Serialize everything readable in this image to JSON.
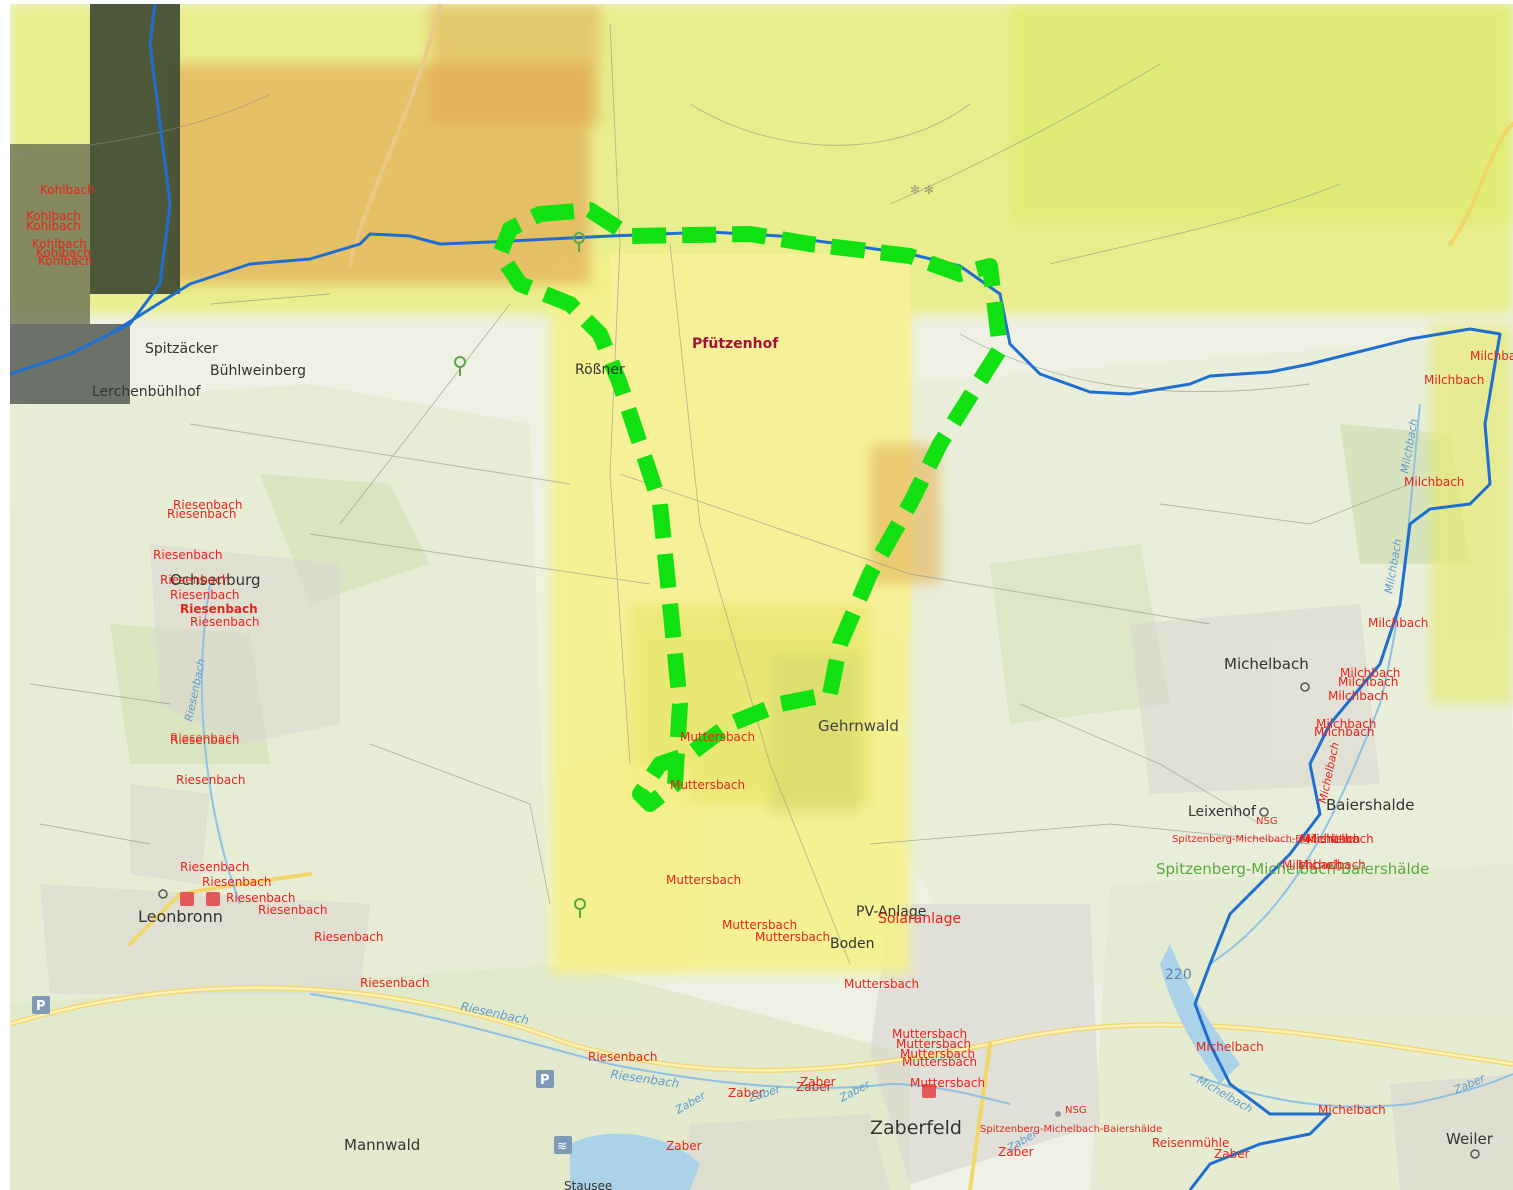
{
  "colors": {
    "stream_label": "#e8231c",
    "place_label": "#333333",
    "nsg_label": "#5aa840",
    "boundary": "#1f6fd1",
    "dashed_route": "#11e011",
    "heat_yellow": "#f3f27a",
    "heat_orange": "#e9b35b",
    "heat_dark": "#3f4a33"
  },
  "icons": [
    "parking-icon",
    "info-icon",
    "dam-icon",
    "pin-icon",
    "monument-icon",
    "radio-tower-icon"
  ],
  "map": {
    "places": [
      {
        "id": "spitzaecker",
        "text": "Spitzäcker"
      },
      {
        "id": "buehlweinberg",
        "text": "Bühlweinberg"
      },
      {
        "id": "lerchenbuehlhof",
        "text": "Lerchenbühlhof"
      },
      {
        "id": "rossner",
        "text": "Rößner"
      },
      {
        "id": "ochsenburg",
        "text": "Ochsenburg"
      },
      {
        "id": "gehrnwald",
        "text": "Gehrnwald"
      },
      {
        "id": "michelbach",
        "text": "Michelbach"
      },
      {
        "id": "leixenhof",
        "text": "Leixenhof"
      },
      {
        "id": "baiershalde",
        "text": "Baiershalde"
      },
      {
        "id": "leonbronn",
        "text": "Leonbronn"
      },
      {
        "id": "pv_anlage",
        "text": "PV-Anlage"
      },
      {
        "id": "boden",
        "text": "Boden"
      },
      {
        "id": "mannwald",
        "text": "Mannwald"
      },
      {
        "id": "zaberfeld",
        "text": "Zaberfeld"
      },
      {
        "id": "weiler",
        "text": "Weiler"
      },
      {
        "id": "stausee",
        "text": "Stausee"
      },
      {
        "id": "route_220",
        "text": "220"
      }
    ],
    "highlight": {
      "pfuetzenhof": "Pfützenhof"
    },
    "nsg": {
      "text": "Spitzenberg-Michelbach-Baiershälde"
    },
    "streams": [
      {
        "id": "kohlbach1",
        "text": "Kohlbach"
      },
      {
        "id": "kohlbach2",
        "text": "Kohlbach"
      },
      {
        "id": "kohlbach3",
        "text": "Kohlbach"
      },
      {
        "id": "kohlbach4",
        "text": "Kohlbach"
      },
      {
        "id": "kohlbach5",
        "text": "Kohlbach"
      },
      {
        "id": "kohlbach6",
        "text": "Kohlbach"
      },
      {
        "id": "riesenbach1",
        "text": "Riesenbach"
      },
      {
        "id": "riesenbach2",
        "text": "Riesenbach"
      },
      {
        "id": "riesenbach3",
        "text": "Riesenbach"
      },
      {
        "id": "riesenbach4",
        "text": "Riesenbach"
      },
      {
        "id": "riesenbach5",
        "text": "Riesenbach"
      },
      {
        "id": "riesenbach6",
        "text": "Riesenbach"
      },
      {
        "id": "riesenbach7",
        "text": "Riesenbach"
      },
      {
        "id": "riesenbach8",
        "text": "Riesenbach"
      },
      {
        "id": "riesenbach9",
        "text": "Riesenbach"
      },
      {
        "id": "riesenbach10",
        "text": "Riesenbach"
      },
      {
        "id": "riesenbach11",
        "text": "Riesenbach"
      },
      {
        "id": "riesenbach12",
        "text": "Riesenbach"
      },
      {
        "id": "riesenbach13",
        "text": "Riesenbach"
      },
      {
        "id": "riesenbach14",
        "text": "Riesenbach"
      },
      {
        "id": "riesenbach15",
        "text": "Riesenbach"
      },
      {
        "id": "riesenbach16",
        "text": "Riesenbach"
      },
      {
        "id": "riesenbach17",
        "text": "Riesenbach"
      },
      {
        "id": "muttersbach1",
        "text": "Muttersbach"
      },
      {
        "id": "muttersbach2",
        "text": "Muttersbach"
      },
      {
        "id": "muttersbach3",
        "text": "Muttersbach"
      },
      {
        "id": "muttersbach4",
        "text": "Muttersbach"
      },
      {
        "id": "muttersbach5",
        "text": "Muttersbach"
      },
      {
        "id": "muttersbach6",
        "text": "Muttersbach"
      },
      {
        "id": "muttersbach7",
        "text": "Muttersbach"
      },
      {
        "id": "muttersbach8",
        "text": "Muttersbach"
      },
      {
        "id": "muttersbach9",
        "text": "Muttersbach"
      },
      {
        "id": "muttersbach10",
        "text": "Muttersbach"
      },
      {
        "id": "muttersbach11",
        "text": "Muttersbach"
      },
      {
        "id": "milchbach1",
        "text": "Milchbach"
      },
      {
        "id": "milchbach2",
        "text": "Milchbach"
      },
      {
        "id": "milchbach3",
        "text": "Milchbach"
      },
      {
        "id": "milchbach4",
        "text": "Milchbach"
      },
      {
        "id": "milchbach5",
        "text": "Milchbach"
      },
      {
        "id": "milchbach6",
        "text": "Milchbach"
      },
      {
        "id": "milchbach7",
        "text": "Milchbach"
      },
      {
        "id": "milchbach8",
        "text": "Milchbach"
      },
      {
        "id": "milchbach9",
        "text": "Milchbach"
      },
      {
        "id": "milchbach10",
        "text": "Milchbach"
      },
      {
        "id": "milchbach_ml",
        "text": "Milchbach"
      },
      {
        "id": "michelbach_s1",
        "text": "Michelbach"
      },
      {
        "id": "michelbach_s2",
        "text": "Michelbach"
      },
      {
        "id": "michelbach_s3",
        "text": "Michelbach"
      },
      {
        "id": "michelbach_s4",
        "text": "Michelbach"
      },
      {
        "id": "zaber1",
        "text": "Zaber"
      },
      {
        "id": "zaber2",
        "text": "Zaber"
      },
      {
        "id": "zaber3",
        "text": "Zaber"
      },
      {
        "id": "zaber4",
        "text": "Zaber"
      },
      {
        "id": "zaber5",
        "text": "Zaber"
      },
      {
        "id": "zaber6",
        "text": "Zaber"
      },
      {
        "id": "nsg1",
        "text": "NSG"
      },
      {
        "id": "nsg2",
        "text": "NSG"
      },
      {
        "id": "nsg_red1",
        "text": "Spitzenberg-Michelbach-Baiershälde"
      },
      {
        "id": "nsg_red2",
        "text": "Spitzenberg-Michelbach-Baiershälde"
      },
      {
        "id": "solaranlage",
        "text": "Solaranlage"
      },
      {
        "id": "reisenmuehle",
        "text": "Reisenmühle"
      }
    ],
    "waterway_labels": [
      {
        "id": "w_riesenbach_v",
        "text": "Riesenbach"
      },
      {
        "id": "w_riesenbach_s",
        "text": "Riesenbach"
      },
      {
        "id": "w_riesenbach_s2",
        "text": "Riesenbach"
      },
      {
        "id": "w_zaber1",
        "text": "Zaber"
      },
      {
        "id": "w_zaber2",
        "text": "Zaber"
      },
      {
        "id": "w_zaber3",
        "text": "Zaber"
      },
      {
        "id": "w_zaber4",
        "text": "Zaber"
      },
      {
        "id": "w_milchbach",
        "text": "Milchbach"
      },
      {
        "id": "w_milchbach2",
        "text": "Milchbach"
      },
      {
        "id": "w_michelbach",
        "text": "Michelbach"
      },
      {
        "id": "w_michelbach2",
        "text": "Michelbach"
      },
      {
        "id": "w_zaber5",
        "text": "Zaber"
      }
    ]
  }
}
